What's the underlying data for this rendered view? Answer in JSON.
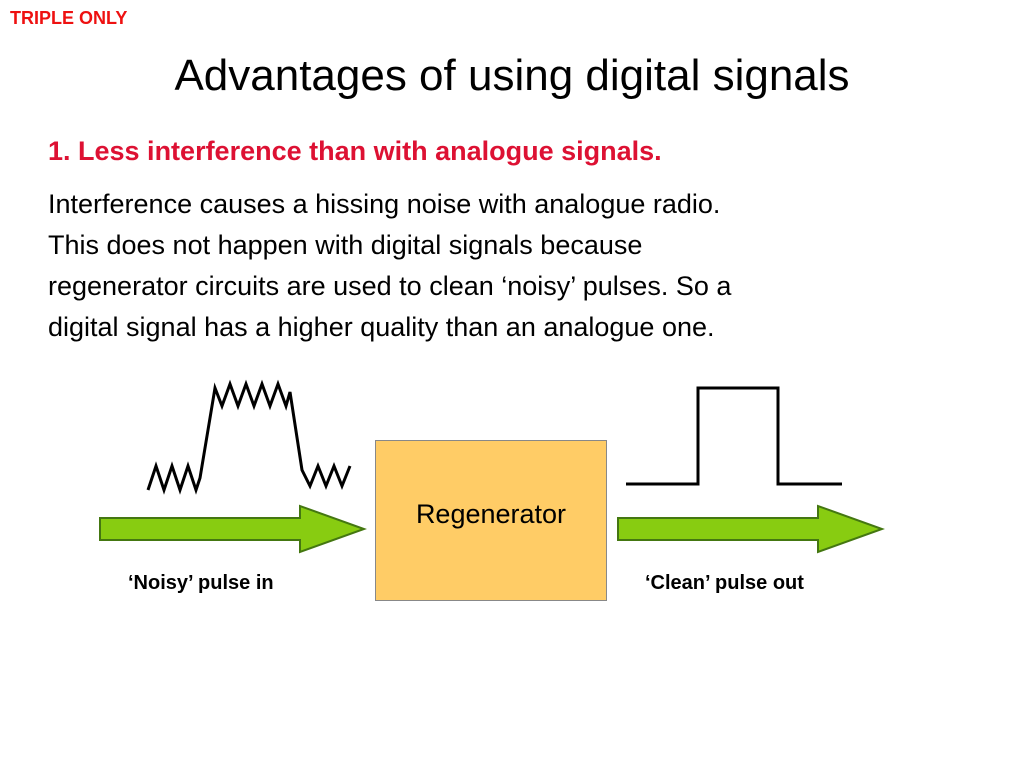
{
  "tag": "TRIPLE ONLY",
  "title": "Advantages of using digital signals",
  "point_heading": "1. Less interference than with analogue signals.",
  "body_lines": [
    "Interference causes a hissing noise with analogue radio.",
    "This does not happen with digital signals because",
    "regenerator circuits are used to clean ‘noisy’ pulses. So a",
    "digital signal has a higher quality than an analogue one."
  ],
  "diagram": {
    "regenerator_label": "Regenerator",
    "input_caption": "‘Noisy’ pulse in",
    "output_caption": "‘Clean’ pulse out"
  },
  "colors": {
    "tag": "#ee1111",
    "heading": "#dd1133",
    "arrow_fill": "#88cc11",
    "arrow_stroke": "#447711",
    "box_fill": "#ffcc66"
  }
}
